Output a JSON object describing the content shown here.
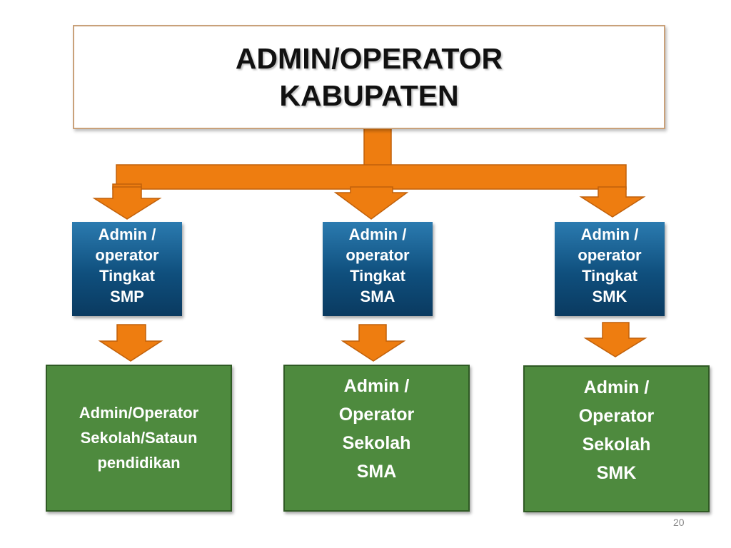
{
  "top": {
    "line1": "ADMIN/OPERATOR",
    "line2": "KABUPATEN"
  },
  "level2": [
    {
      "lines": [
        "Admin /",
        "operator",
        "Tingkat",
        "SMP"
      ]
    },
    {
      "lines": [
        "Admin /",
        "operator",
        "Tingkat",
        "SMA"
      ]
    },
    {
      "lines": [
        "Admin /",
        "operator",
        "Tingkat",
        "SMK"
      ]
    }
  ],
  "level3": [
    {
      "lines": [
        "Admin/Operator",
        "Sekolah/Sataun",
        "pendidikan"
      ]
    },
    {
      "lines": [
        "Admin /",
        "Operator",
        "Sekolah",
        "SMA"
      ]
    },
    {
      "lines": [
        "Admin /",
        "Operator",
        "Sekolah",
        "SMK"
      ]
    }
  ],
  "page_number": "20",
  "colors": {
    "arrow": "#ee7d10",
    "arrow_stroke": "#c0600a",
    "level2_box": "#0f4f7d",
    "level3_box": "#4e8a3e"
  }
}
